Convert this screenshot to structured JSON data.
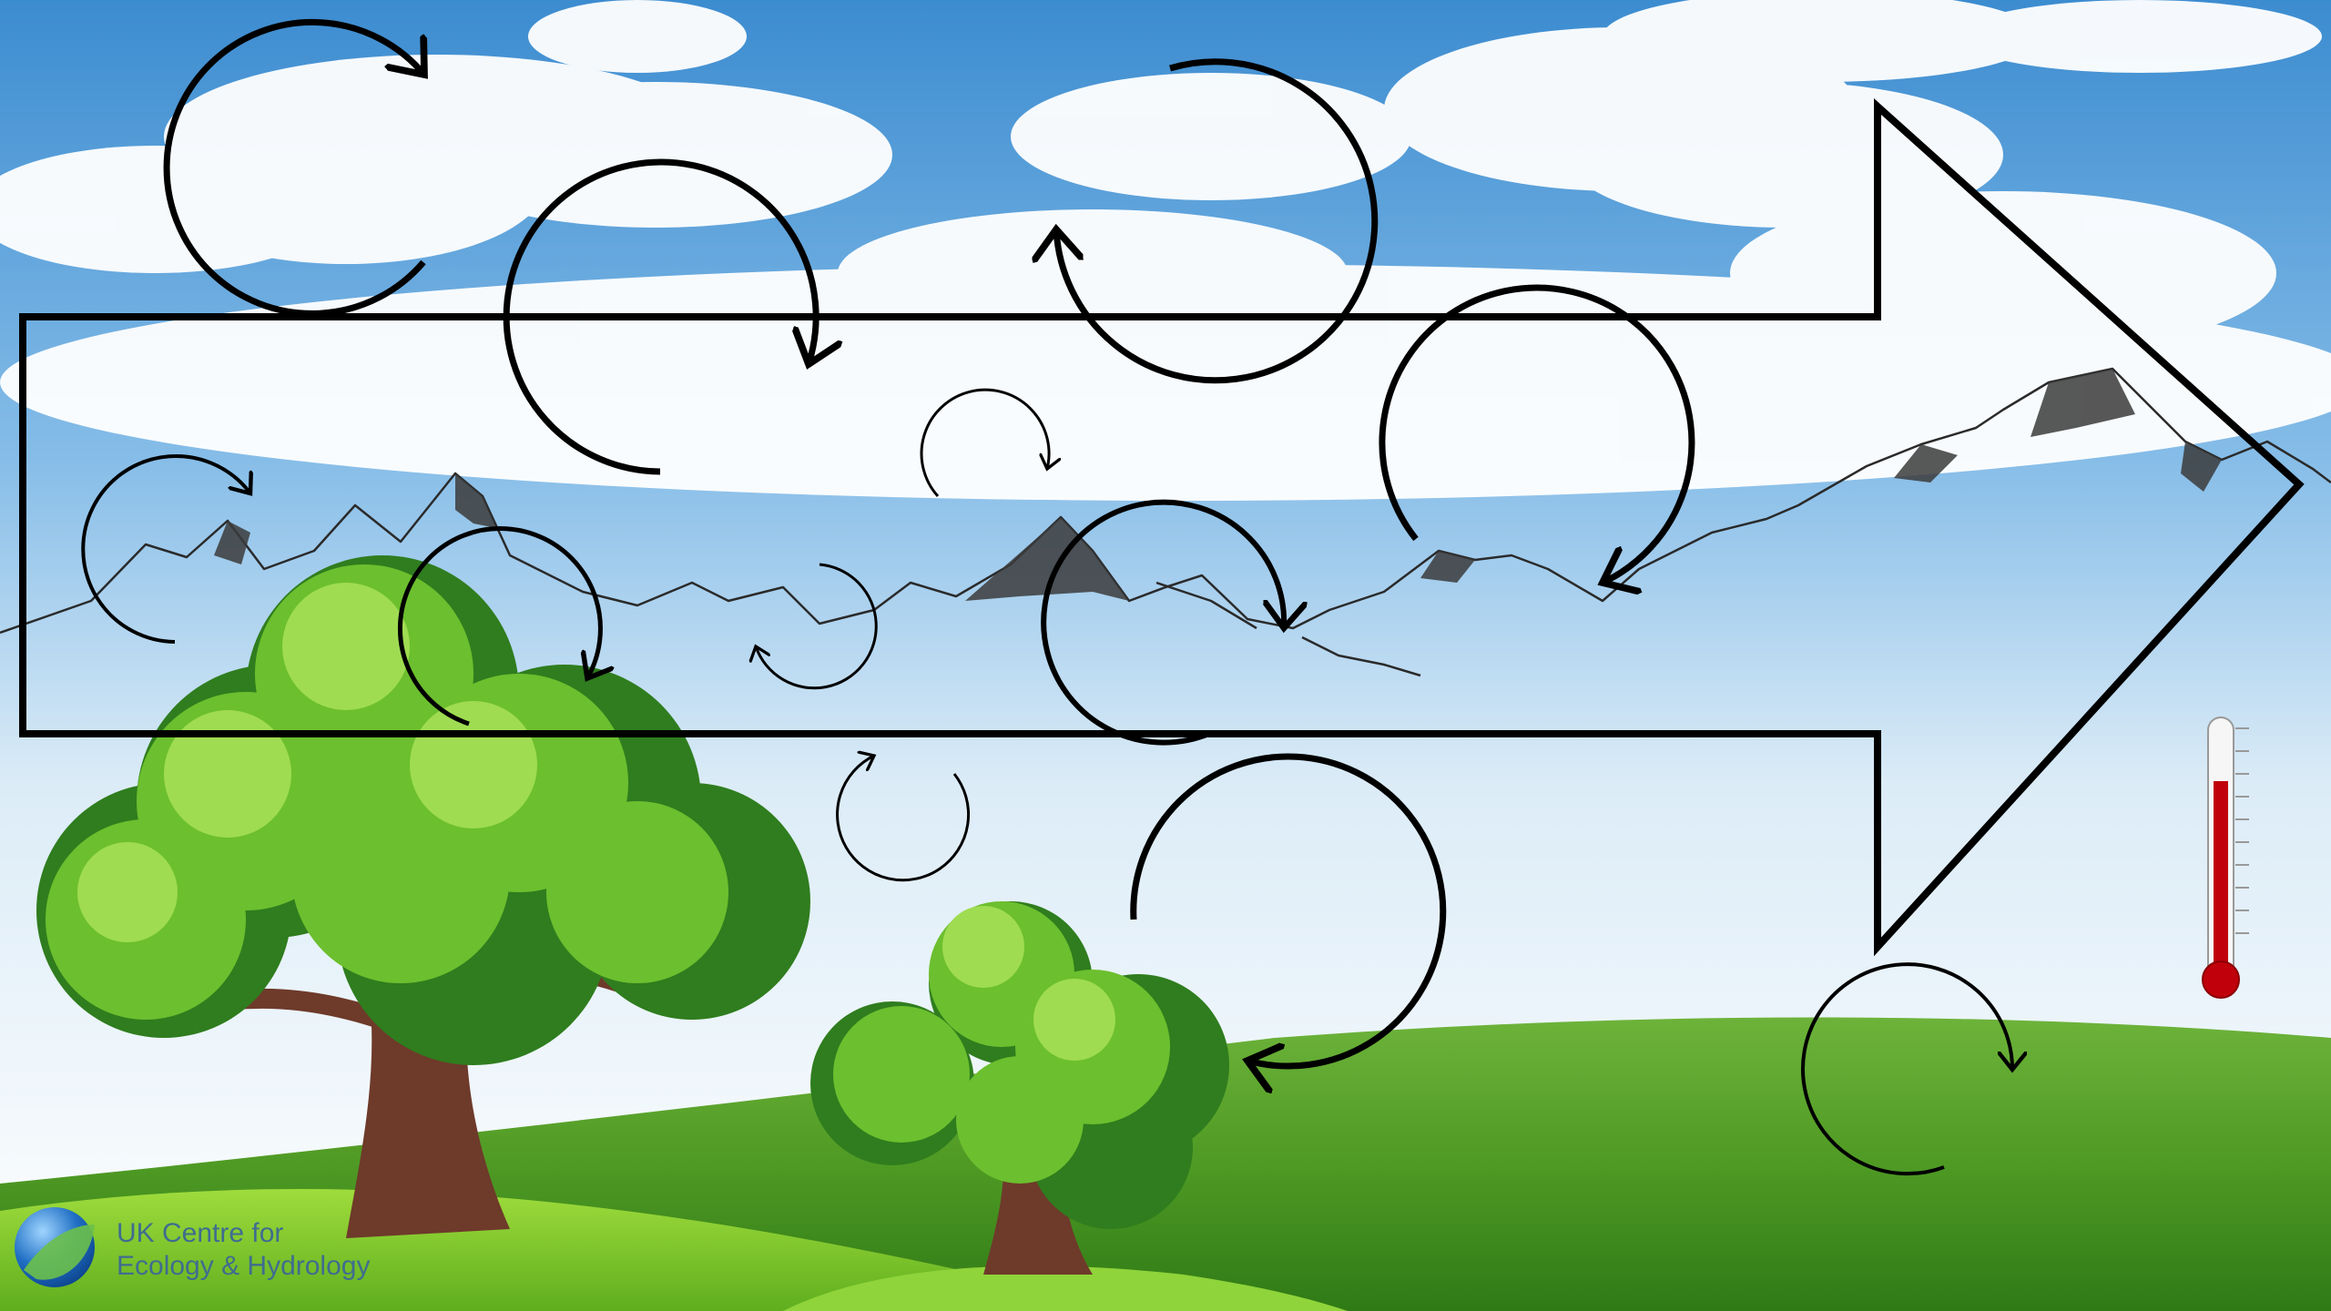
{
  "logo": {
    "line1": "UK Centre for",
    "line2": "Ecology & Hydrology"
  },
  "icons": {
    "logo": "ukceh-globe-icon",
    "thermometer": "thermometer-icon",
    "arrow": "right-arrow",
    "eddy": "circular-arrow-icon"
  },
  "colors": {
    "sky_top": "#3f8fd2",
    "sky_bottom": "#d8ecf8",
    "grass_light": "#8ccf3a",
    "grass_dark": "#3e8a1c",
    "tree_light": "#8fd04a",
    "tree_dark": "#2e7d1e",
    "trunk": "#6e3a2a",
    "thermometer_fill": "#c0000a",
    "outline": "#000000"
  }
}
